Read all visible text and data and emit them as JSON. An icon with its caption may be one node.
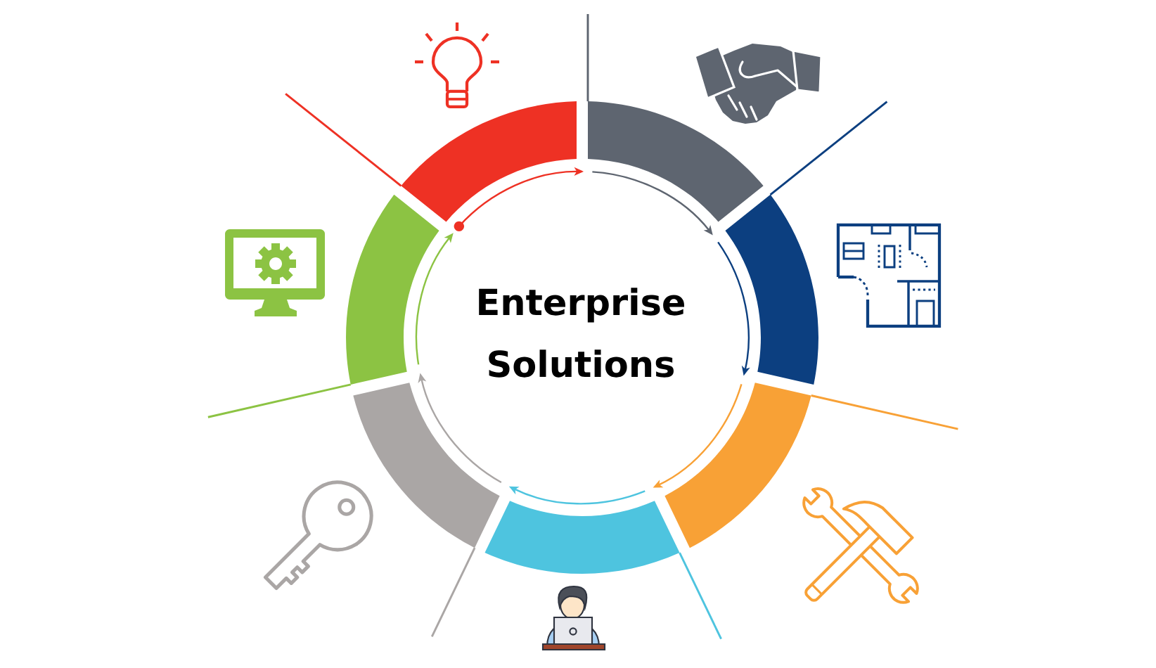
{
  "diagram": {
    "title": "Enterprise Solutions",
    "nodes": [
      {
        "text": [],
        "shape": "arc"
      },
      {
        "text": [],
        "shape": "arc"
      },
      {
        "text": [],
        "shape": "arc"
      },
      {
        "text": [],
        "shape": "arc"
      },
      {
        "text": [],
        "shape": "arc"
      },
      {
        "text": [],
        "shape": "arc"
      },
      {
        "text": [],
        "shape": "arc"
      }
    ],
    "edges": [
      {
        "from": 0,
        "to": 1,
        "arrow": "to",
        "color": "#ee3124"
      },
      {
        "from": 1,
        "to": 2,
        "arrow": "to",
        "color": "#5e6570"
      },
      {
        "from": 2,
        "to": 3,
        "arrow": "to",
        "color": "#0c3f80"
      },
      {
        "from": 3,
        "to": 4,
        "arrow": "to",
        "color": "#f8a136"
      },
      {
        "from": 4,
        "to": 5,
        "arrow": "to",
        "color": "#4ec4df"
      },
      {
        "from": 5,
        "to": 6,
        "arrow": "to",
        "color": "#aaa6a5"
      },
      {
        "from": 6,
        "to": 0,
        "arrow": "to",
        "color": "#8cc343"
      }
    ]
  }
}
